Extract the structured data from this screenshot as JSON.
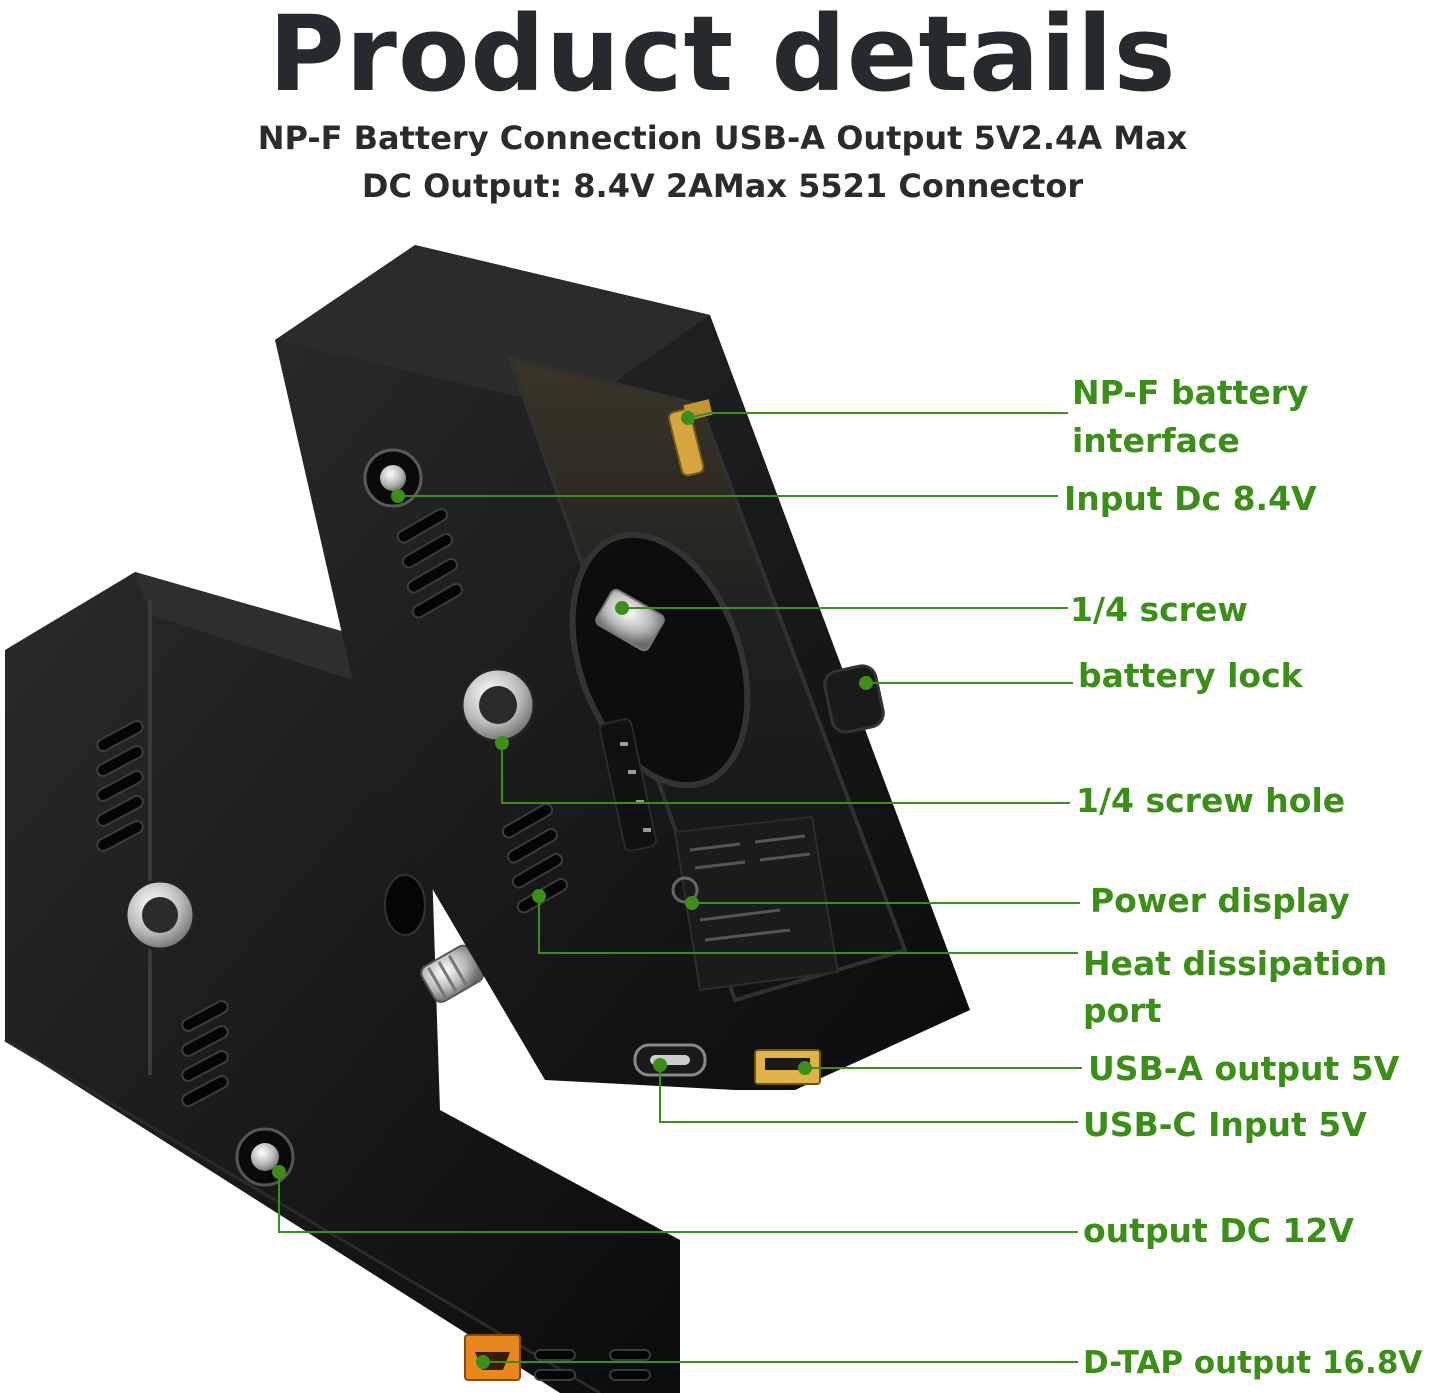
{
  "header": {
    "title": "Product details",
    "subtitle_line1": "NP-F Battery Connection USB-A Output 5V2.4A Max",
    "subtitle_line2": "DC Output: 8.4V 2AMax 5521 Connector"
  },
  "callouts": {
    "npf_line1": "NP-F battery",
    "npf_line2": "interface",
    "input_dc": "Input Dc 8.4V",
    "screw": "1/4 screw",
    "battery_lock": "battery lock",
    "screw_hole": "1/4 screw hole",
    "power_display": "Power display",
    "heat_line1": "Heat dissipation",
    "heat_line2": "port",
    "usba": "USB-A output 5V",
    "usbc": "USB-C Input 5V",
    "dc12": "output DC 12V",
    "dtap": "D-TAP output 16.8V"
  },
  "colors": {
    "accent_green": "#3a8f16",
    "device_black": "#141414",
    "title_dark": "#262a2c"
  }
}
